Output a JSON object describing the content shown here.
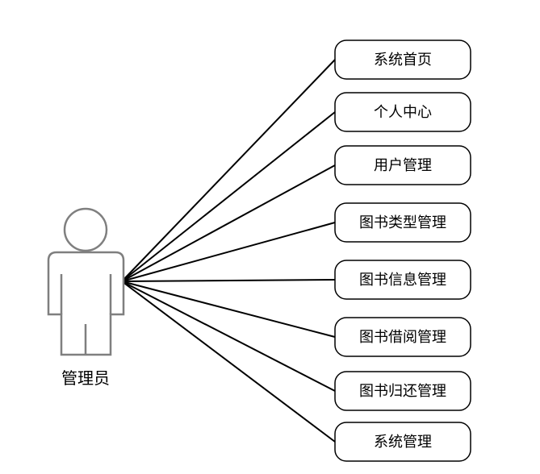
{
  "actor": {
    "name": "管理员",
    "icon": "person-icon"
  },
  "use_cases": [
    {
      "label": "系统首页"
    },
    {
      "label": "个人中心"
    },
    {
      "label": "用户管理"
    },
    {
      "label": "图书类型管理"
    },
    {
      "label": "图书信息管理"
    },
    {
      "label": "图书借阅管理"
    },
    {
      "label": "图书归还管理"
    },
    {
      "label": "系统管理"
    }
  ],
  "colors": {
    "stroke": "#000000",
    "actor_stroke": "#7f7f7f",
    "background": "#ffffff"
  }
}
